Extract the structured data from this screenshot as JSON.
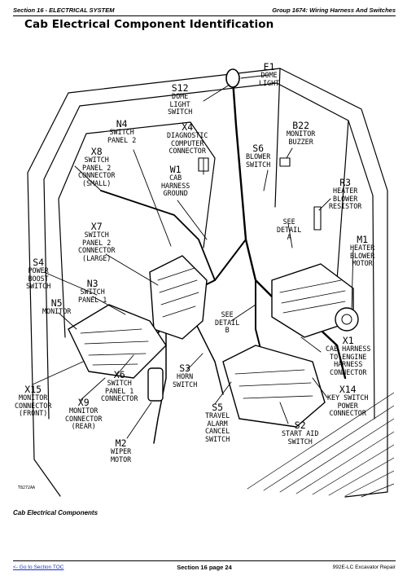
{
  "header": {
    "section": "Section 16 - ELECTRICAL SYSTEM",
    "group": "Group 1674: Wiring Harness And Switches"
  },
  "title": "Cab Electrical Component Identification",
  "caption": "Cab Electrical Components",
  "figure_ref": "T8272AA",
  "footer": {
    "toc_link": "<- Go to Section TOC",
    "page": "Section 16 page 24",
    "product": "992E-LC Excavator Repair"
  },
  "labels": [
    {
      "id": "e1",
      "code": "E1",
      "text": "DOME\nLIGHT"
    },
    {
      "id": "s12",
      "code": "S12",
      "text": "DOME\nLIGHT\nSWITCH"
    },
    {
      "id": "n4",
      "code": "N4",
      "text": "SWITCH\nPANEL 2"
    },
    {
      "id": "x4",
      "code": "X4",
      "text": "DIAGNOSTIC\nCOMPUTER\nCONNECTOR"
    },
    {
      "id": "b22",
      "code": "B22",
      "text": "MONITOR\nBUZZER"
    },
    {
      "id": "x8",
      "code": "X8",
      "text": "SWITCH\nPANEL 2\nCONNECTOR\n(SMALL)"
    },
    {
      "id": "s6",
      "code": "S6",
      "text": "BLOWER\nSWITCH"
    },
    {
      "id": "w1",
      "code": "W1",
      "text": "CAB\nHARNESS\nGROUND"
    },
    {
      "id": "r3",
      "code": "R3",
      "text": "HEATER\nBLOWER\nRESISTOR"
    },
    {
      "id": "seeA",
      "code": "",
      "text": "SEE\nDETAIL\nA"
    },
    {
      "id": "x7",
      "code": "X7",
      "text": "SWITCH\nPANEL 2\nCONNECTOR\n(LARGE)"
    },
    {
      "id": "m1",
      "code": "M1",
      "text": "HEATER\nBLOWER\nMOTOR"
    },
    {
      "id": "s4",
      "code": "S4",
      "text": "POWER\nBOOST\nSWITCH"
    },
    {
      "id": "n3",
      "code": "N3",
      "text": "SWITCH\nPANEL 1"
    },
    {
      "id": "n5",
      "code": "N5",
      "text": "MONITOR"
    },
    {
      "id": "seeB",
      "code": "",
      "text": "SEE\nDETAIL\nB"
    },
    {
      "id": "x1",
      "code": "X1",
      "text": "CAB HARNESS\nTO ENGINE\nHARNESS\nCONNECTOR"
    },
    {
      "id": "x6",
      "code": "X6",
      "text": "SWITCH\nPANEL 1\nCONNECTOR"
    },
    {
      "id": "s3",
      "code": "S3",
      "text": "HORN\nSWITCH"
    },
    {
      "id": "x15",
      "code": "X15",
      "text": "MONITOR\nCONNECTOR\n(FRONT)"
    },
    {
      "id": "x9",
      "code": "X9",
      "text": "MONITOR\nCONNECTOR\n(REAR)"
    },
    {
      "id": "x14",
      "code": "X14",
      "text": "KEY SWITCH\nPOWER\nCONNECTOR"
    },
    {
      "id": "s5",
      "code": "S5",
      "text": "TRAVEL\nALARM\nCANCEL\nSWITCH"
    },
    {
      "id": "s2",
      "code": "S2",
      "text": "START AID\nSWITCH"
    },
    {
      "id": "m2",
      "code": "M2",
      "text": "WIPER\nMOTOR"
    }
  ]
}
